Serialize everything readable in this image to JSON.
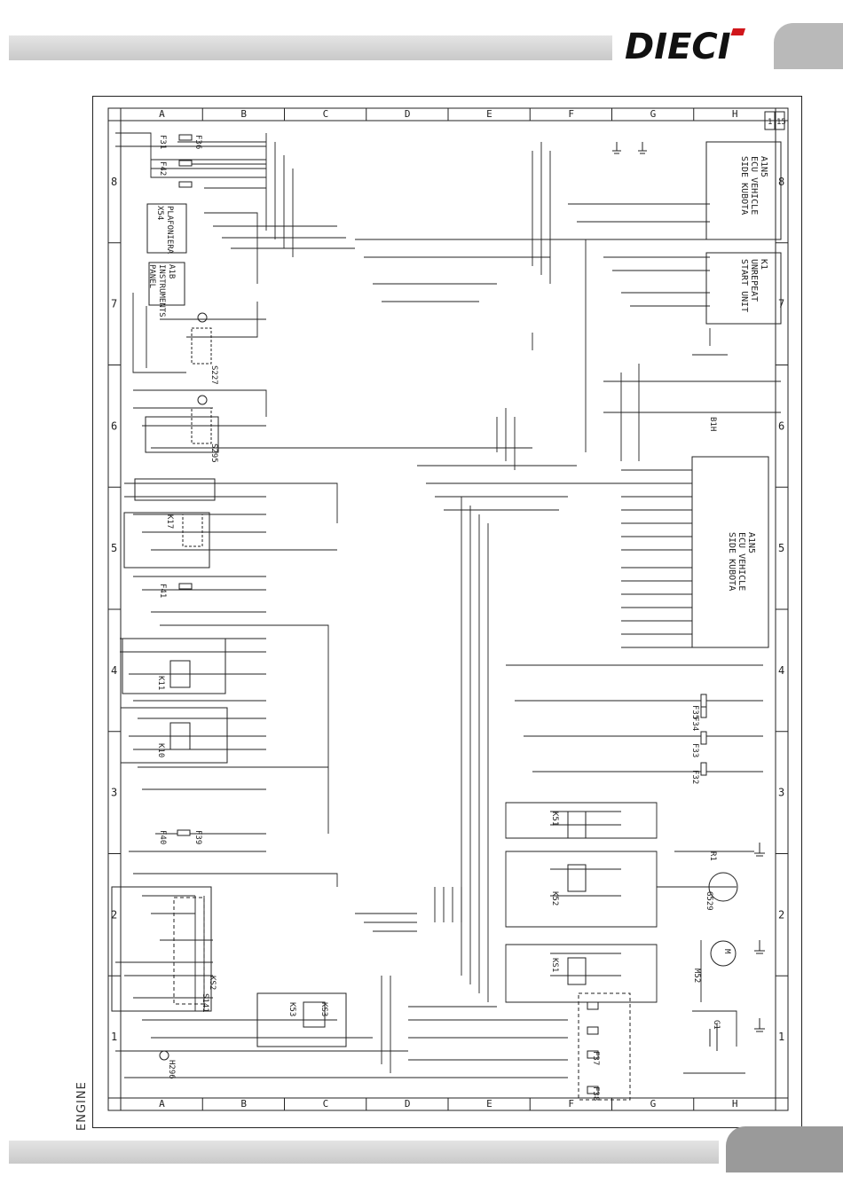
{
  "brand": {
    "logo_text": "DIECI"
  },
  "drawing": {
    "section_title": "ENGINE",
    "sheet_number": "15",
    "sheet_index": "1",
    "column_letters": [
      "A",
      "B",
      "C",
      "D",
      "E",
      "F",
      "G",
      "H"
    ],
    "row_numbers": [
      "8",
      "7",
      "6",
      "5",
      "4",
      "3",
      "2",
      "1"
    ],
    "components": {
      "ecu_top": {
        "code": "A1N5",
        "lines": [
          "ECU VEHICLE",
          "SIDE KUBOTA"
        ]
      },
      "start_unit": {
        "code": "K1",
        "lines": [
          "UNREPEAT",
          "START UNIT"
        ]
      },
      "ecu_mid": {
        "code": "A1N5",
        "lines": [
          "ECU VEHICLE",
          "SIDE KUBOTA"
        ]
      },
      "plafoniera": {
        "code": "X54",
        "lines": [
          "PLAFONIERA"
        ]
      },
      "instruments": {
        "code": "A1B",
        "lines": [
          "INSTRUMENTS",
          "PANEL"
        ]
      }
    },
    "labels": {
      "fuses": [
        "F31",
        "F42",
        "F41",
        "F36",
        "F32",
        "F33",
        "F34",
        "F35",
        "F40",
        "F39",
        "F38",
        "F37"
      ],
      "relays": [
        "K17",
        "K11",
        "K10",
        "K51",
        "K52",
        "K53",
        "KS1",
        "KS3",
        "KS2"
      ],
      "switches": [
        "S227",
        "S295",
        "S141"
      ],
      "misc": [
        "B1H",
        "R1",
        "G529",
        "M",
        "M52",
        "G1",
        "H296"
      ]
    }
  }
}
